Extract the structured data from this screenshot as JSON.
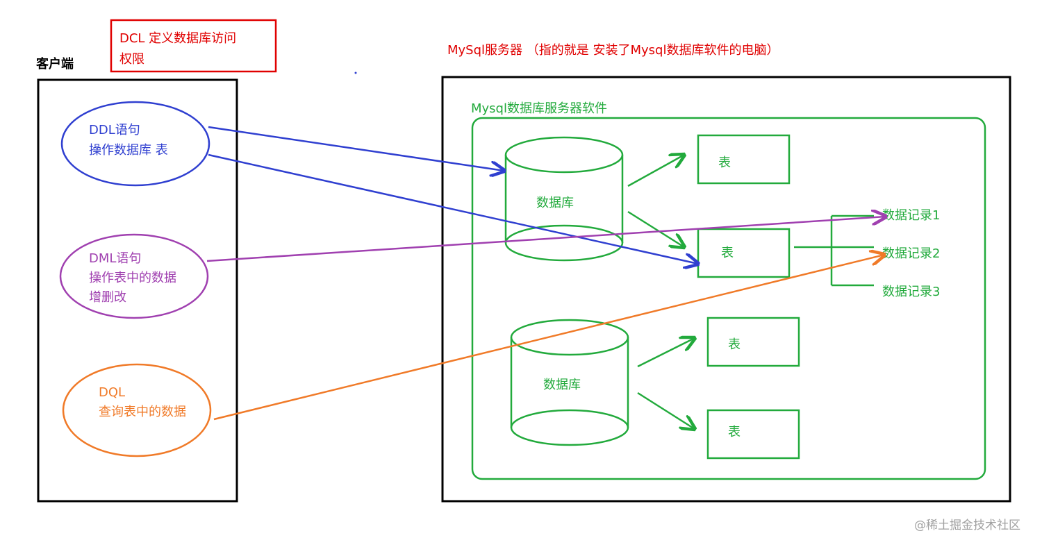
{
  "client": {
    "title": "客户端",
    "ddl": {
      "line1": "DDL语句",
      "line2": "操作数据库 表"
    },
    "dml": {
      "line1": "DML语句",
      "line2": "操作表中的数据",
      "line3": "增删改"
    },
    "dql": {
      "line1": "DQL",
      "line2": "查询表中的数据"
    }
  },
  "dcl_note": {
    "line1": "DCL 定义数据库访问",
    "line2": "权限"
  },
  "server": {
    "title": "MySql服务器 （指的就是 安装了Mysql数据库软件的电脑）",
    "software": {
      "title": "Mysql数据库服务器软件",
      "databases": [
        {
          "label": "数据库",
          "tables": [
            "表",
            "表"
          ]
        },
        {
          "label": "数据库",
          "tables": [
            "表",
            "表"
          ]
        }
      ],
      "records": [
        "数据记录1",
        "数据记录2",
        "数据记录3"
      ]
    }
  },
  "watermark": "@稀土掘金技术社区",
  "colors": {
    "black": "#000000",
    "red": "#e00000",
    "blue": "#2f3fd0",
    "purple": "#a040b0",
    "orange": "#f07a28",
    "green": "#22aa3c",
    "watermark": "#a0a0a0"
  }
}
